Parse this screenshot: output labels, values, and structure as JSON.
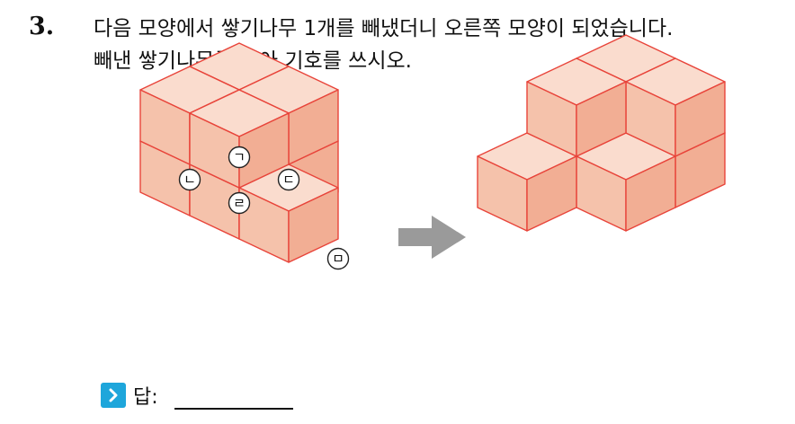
{
  "question": {
    "number": "3.",
    "line1": "다음 모양에서 쌓기나무 1개를 빼냈더니 오른쪽 모양이 되었습니다.",
    "line2": "빼낸 쌓기나무를 찾아 기호를 쓰시오."
  },
  "labels": {
    "a": "ㄱ",
    "b": "ㄴ",
    "c": "ㄷ",
    "d": "ㄹ",
    "e": "ㅁ"
  },
  "answer": {
    "label": "답:",
    "value": ""
  },
  "colors": {
    "top": "#fadcce",
    "front": "#f5c2ab",
    "right": "#f2ae94",
    "edge": "#e8443a",
    "arrow": "#9a9a9a",
    "answer_icon": "#1ea6db"
  }
}
